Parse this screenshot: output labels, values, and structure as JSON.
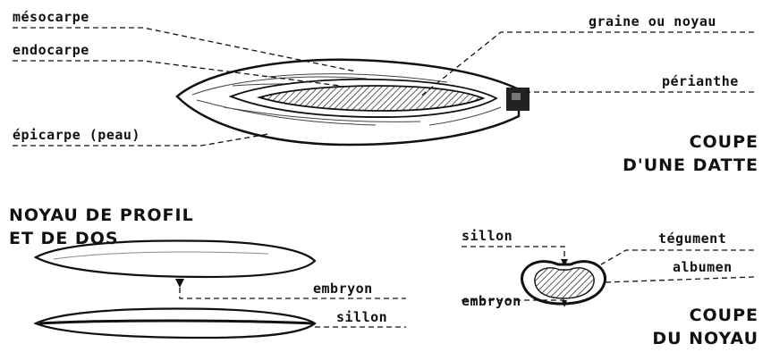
{
  "date_section": {
    "labels": {
      "mesocarpe": "mésocarpe",
      "endocarpe": "endocarpe",
      "epicarpe": "épicarpe (peau)",
      "graine": "graine ou noyau",
      "perianthe": "périanthe"
    },
    "caption_line1": "COUPE",
    "caption_line2": "D'UNE DATTE"
  },
  "profile_section": {
    "title_line1": "NOYAU DE PROFIL",
    "title_line2": "ET DE DOS",
    "labels": {
      "embryon": "embryon",
      "sillon": "sillon"
    }
  },
  "cut_section": {
    "labels": {
      "sillon": "sillon",
      "tegument": "tégument",
      "albumen": "albumen",
      "embryon": "embryon"
    },
    "caption_line1": "COUPE",
    "caption_line2": "DU NOYAU"
  }
}
